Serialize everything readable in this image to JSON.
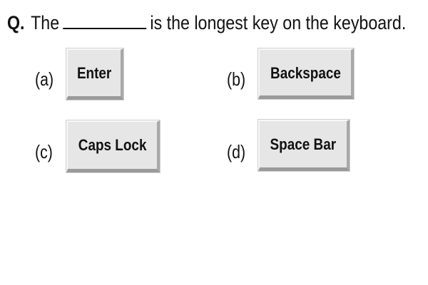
{
  "question": {
    "label": "Q.",
    "before_blank": "The",
    "after_blank": "is the longest key on the keyboard."
  },
  "options": [
    {
      "tag": "(a)",
      "key": "Enter"
    },
    {
      "tag": "(b)",
      "key": "Backspace"
    },
    {
      "tag": "(c)",
      "key": "Caps Lock"
    },
    {
      "tag": "(d)",
      "key": "Space Bar"
    }
  ]
}
